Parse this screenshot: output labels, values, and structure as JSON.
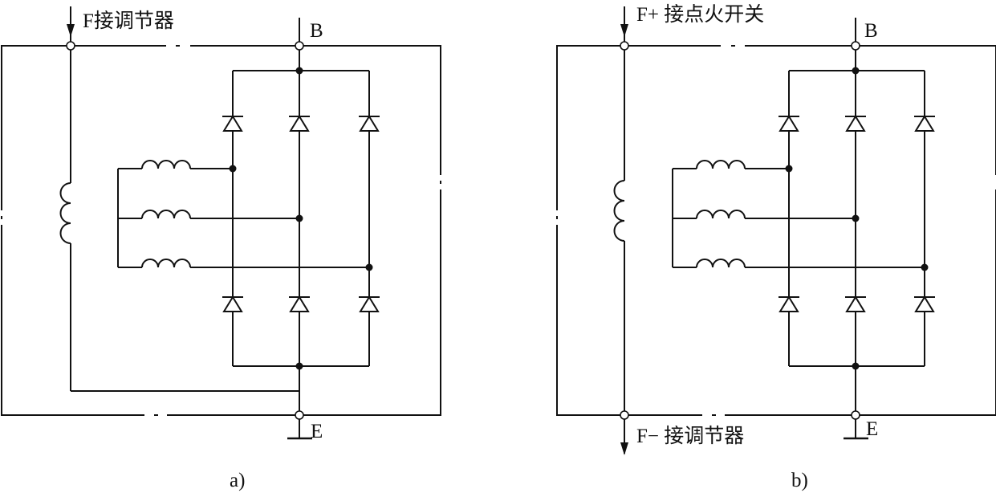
{
  "diagram_a": {
    "caption": "a)",
    "label_f": "F接调节器",
    "label_b": "B",
    "label_e": "E"
  },
  "diagram_b": {
    "caption": "b)",
    "label_f_plus": "F+ 接点火开关",
    "label_f_minus": "F− 接调节器",
    "label_b": "B",
    "label_e": "E"
  },
  "colors": {
    "wire": "#111111",
    "background": "#ffffff"
  }
}
